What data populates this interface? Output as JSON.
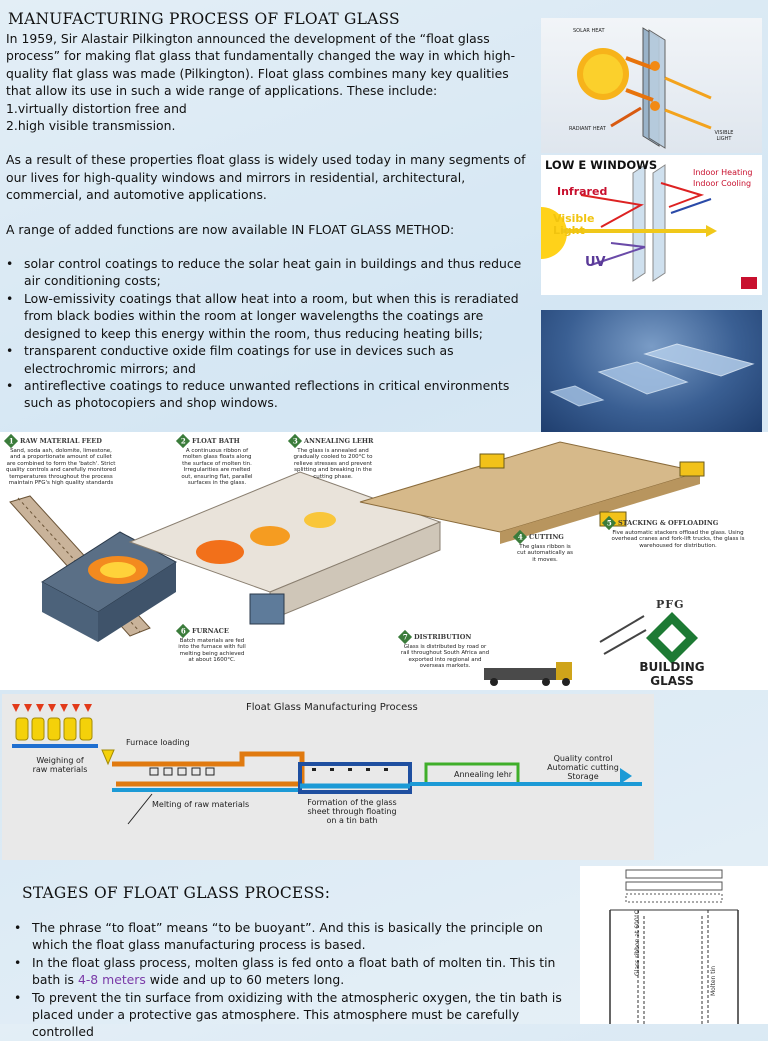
{
  "section1": {
    "title": "MANUFACTURING PROCESS OF FLOAT GLASS",
    "intro": "In 1959, Sir Alastair Pilkington announced the development of the “float glass process” for making flat glass that fundamentally changed the way in which high-quality flat glass was made (Pilkington). Float glass combines many key qualities that allow its use in such a wide range of applications. These include:",
    "qualities": [
      "1.virtually distortion free and",
      "2.high visible transmission."
    ],
    "para2": "As a result of these properties float glass is widely used today in many segments of our lives for high-quality windows and mirrors in residential, architectural, commercial, and automotive applications.",
    "para3": "A range of added functions are now available IN FLOAT GLASS METHOD:",
    "bullets": [
      "solar control coatings to reduce the solar heat gain in buildings and thus reduce air conditioning costs;",
      "Low-emissivity coatings that allow heat into a room, but when this is reradiated from black bodies within the room at longer wavelengths the coatings are designed to keep this energy within the room, thus reducing heating bills;",
      "transparent conductive oxide film coatings for use in devices such as electrochromic mirrors; and",
      "antireflective coatings to reduce unwanted reflections in critical environments such as photocopiers and shop windows."
    ]
  },
  "solar_image": {
    "solar_heat": "SOLAR HEAT",
    "radiant_heat": "RADIANT HEAT",
    "visible_light": "VISIBLE LIGHT"
  },
  "lowe_image": {
    "title": "LOW E WINDOWS",
    "infrared": "Infrared",
    "visible": "Visible Light",
    "uv": "UV",
    "indoor_heating": "Indoor Heating",
    "indoor_cooling": "Indoor Cooling"
  },
  "process_panel": {
    "steps": [
      {
        "num": "1",
        "title": "RAW MATERIAL FEED",
        "text": "Sand, soda ash, dolomite, limestone, and a proportionate amount of cullet are combined to form the 'batch'. Strict quality controls and carefully monitored temperatures throughout the process maintain PFG's high quality standards"
      },
      {
        "num": "2",
        "title": "FLOAT BATH",
        "text": "A continuous ribbon of molten glass floats along the surface of molten tin. Irregularities are melted out, ensuring flat, parallel surfaces in the glass."
      },
      {
        "num": "3",
        "title": "ANNEALING LEHR",
        "text": "The glass is annealed and gradually cooled to 200°C to relieve stresses and prevent splitting and breaking in the cutting phase."
      },
      {
        "num": "4",
        "title": "CUTTING",
        "text": "The glass ribbon is cut automatically as it moves."
      },
      {
        "num": "5",
        "title": "STACKING & OFFLOADING",
        "text": "Five automatic stackers offload the glass. Using overhead cranes and fork-lift trucks, the glass is warehoused for distribution."
      },
      {
        "num": "6",
        "title": "FURNACE",
        "text": "Batch materials are fed into the furnace with full melting being achieved at about 1600°C."
      },
      {
        "num": "7",
        "title": "DISTRIBUTION",
        "text": "Glass is distributed by road or rail throughout South Africa and exported into regional and overseas markets."
      }
    ],
    "logo_top": "PFG",
    "logo_bottom": "BUILDING GLASS"
  },
  "diagram": {
    "title": "Float Glass Manufacturing Process",
    "labels": {
      "furnace_loading": "Furnace loading",
      "weighing": "Weighing of raw materials",
      "melting": "Melting of raw materials",
      "formation": "Formation of the glass sheet through floating on a tin bath",
      "annealing": "Annealing lehr",
      "quality": "Quality control Automatic cutting Storage"
    }
  },
  "section2": {
    "title": "STAGES OF FLOAT GLASS PROCESS:",
    "bullet1": "The phrase “to float” means “to be buoyant”. And this is basically the principle on which the float glass manufacturing process is based.",
    "bullet2_pre": "In the float glass process, molten glass is fed onto a float bath of molten tin. This tin bath is ",
    "bullet2_highlight": "4-8 meters",
    "bullet2_post": " wide and up to 60 meters long.",
    "bullet3": "To prevent the tin surface from oxidizing with the atmospheric oxygen, the tin bath is placed under a protective gas atmosphere. This atmosphere must be carefully controlled"
  },
  "ribbon_image": {
    "label1": "Glass ribbon at 600°C",
    "label2": "Molten tin"
  },
  "colors": {
    "highlight": "#7a3aa8",
    "pfg_green": "#1d7a34",
    "lowe_red": "#c8102e"
  }
}
